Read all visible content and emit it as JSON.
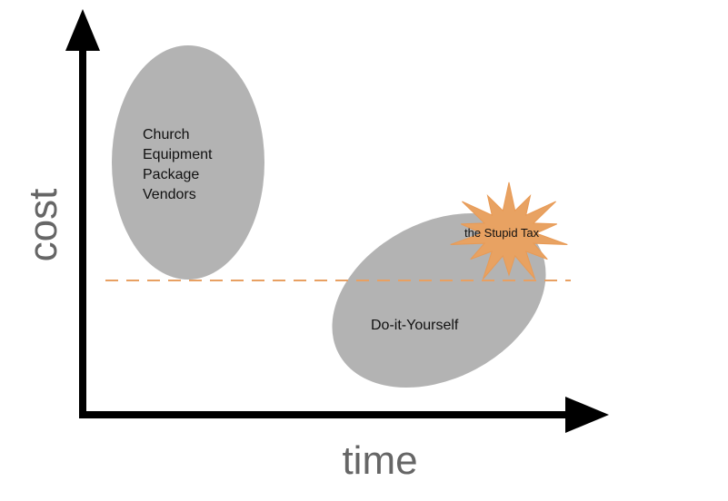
{
  "axes": {
    "y_label": "cost",
    "x_label": "time"
  },
  "regions": {
    "vendors": {
      "label_lines": [
        "Church",
        "Equipment",
        "Package",
        "Vendors"
      ]
    },
    "diy": {
      "label": "Do-it-Yourself"
    },
    "stupid_tax": {
      "label": "the Stupid Tax"
    }
  },
  "colors": {
    "axis": "#000000",
    "region_fill": "#b3b3b3",
    "burst_fill": "#e8a262",
    "burst_stroke": "#e89a55",
    "dashed_line": "#e8a062",
    "axis_label": "#666666"
  }
}
